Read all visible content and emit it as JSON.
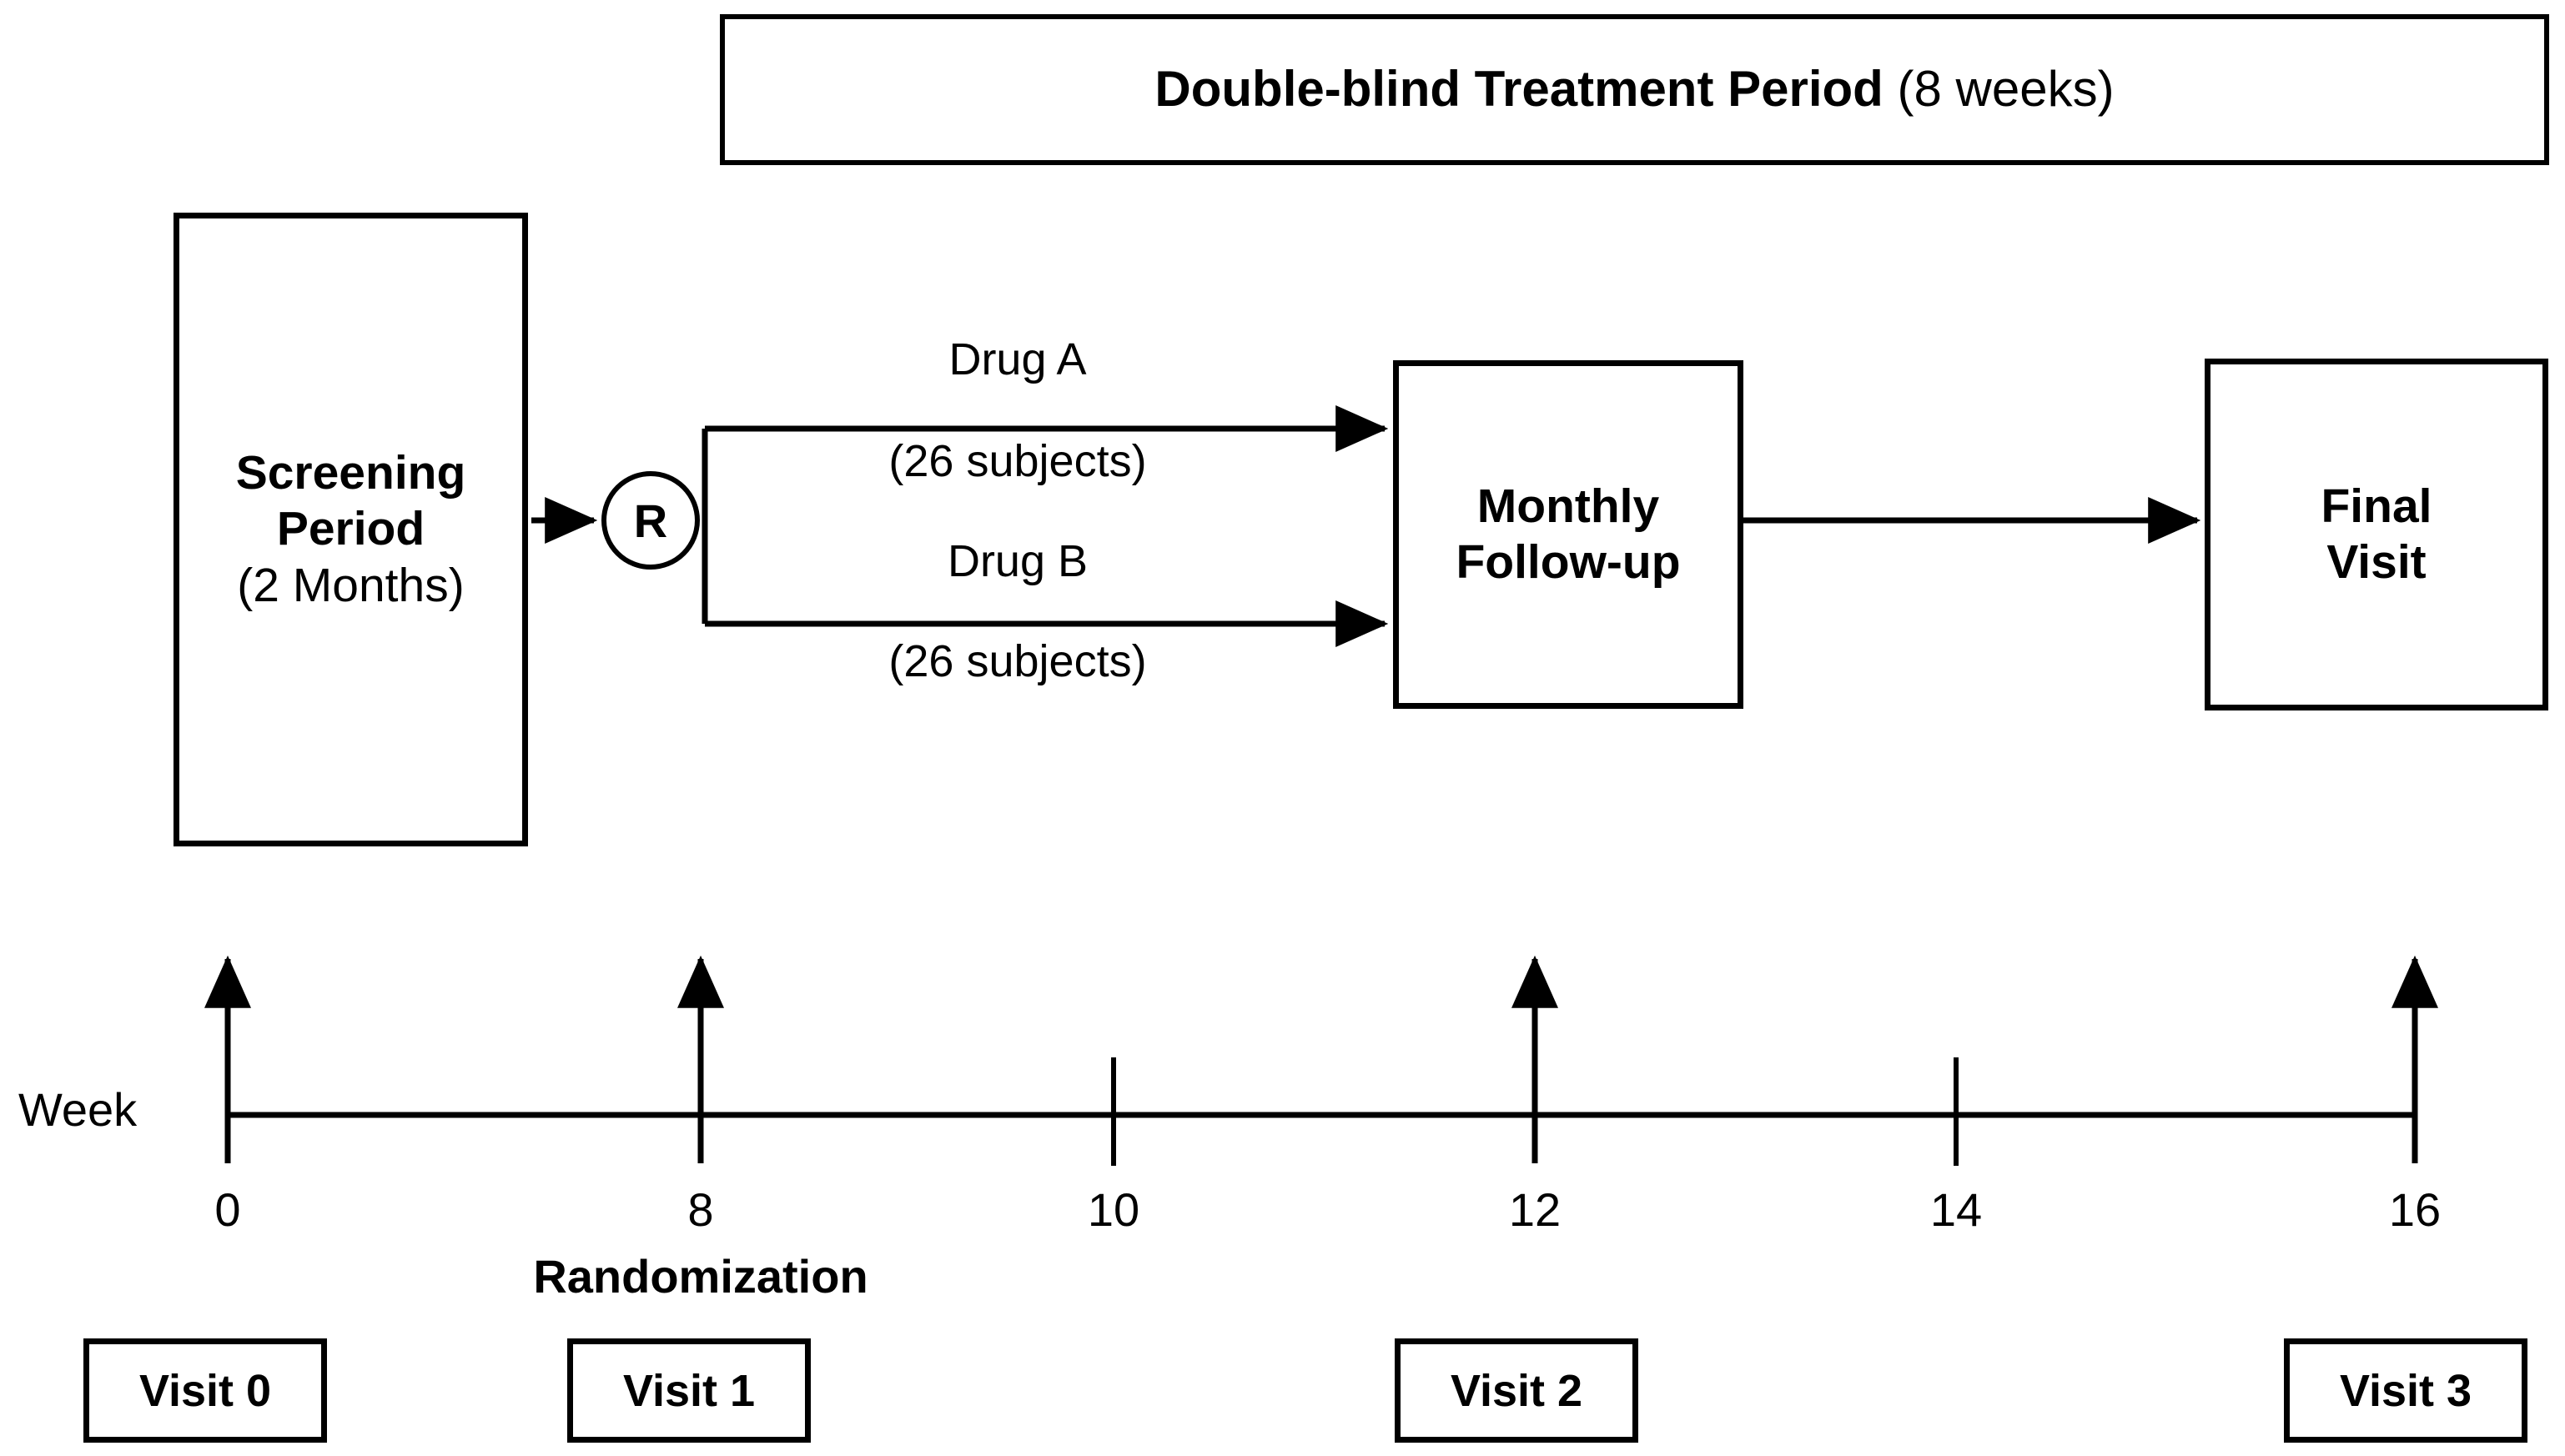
{
  "banner": {
    "title_bold": "Double-blind Treatment Period",
    "title_regular": "(8 weeks)"
  },
  "screening": {
    "line1": "Screening",
    "line2": "Period",
    "line3": "(2 Months)"
  },
  "randomization_node": {
    "label": "R"
  },
  "arms": [
    {
      "name": "Drug A",
      "count": "(26 subjects)"
    },
    {
      "name": "Drug B",
      "count": "(26 subjects)"
    }
  ],
  "followup": {
    "line1": "Monthly",
    "line2": "Follow-up"
  },
  "final_visit": {
    "line1": "Final",
    "line2": "Visit"
  },
  "timeline": {
    "axis_label": "Week",
    "randomization_caption": "Randomization",
    "ticks": [
      {
        "value": "0",
        "marker": "arrow"
      },
      {
        "value": "8",
        "marker": "arrow"
      },
      {
        "value": "10",
        "marker": "plain"
      },
      {
        "value": "12",
        "marker": "arrow"
      },
      {
        "value": "14",
        "marker": "plain"
      },
      {
        "value": "16",
        "marker": "arrow"
      }
    ]
  },
  "visits": [
    {
      "label": "Visit 0"
    },
    {
      "label": "Visit 1"
    },
    {
      "label": "Visit 2"
    },
    {
      "label": "Visit 3"
    }
  ],
  "colors": {
    "stroke": "#000000",
    "background": "#ffffff"
  }
}
